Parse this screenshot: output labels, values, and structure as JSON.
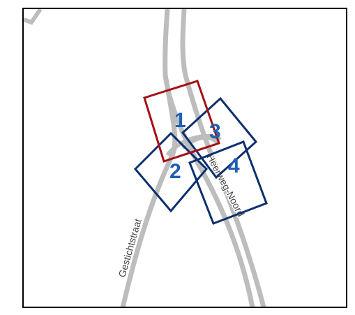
{
  "map": {
    "roads": [
      {
        "id": "gesichtstraat",
        "name": "Gestichtstraat",
        "color": "#bdbdbd"
      },
      {
        "id": "heerweg-noord",
        "name": "Heerweg-Noord",
        "color": "#bdbdbd"
      }
    ],
    "frames": [
      {
        "number": "1",
        "color": "#a50f15",
        "status": "selected"
      },
      {
        "number": "2",
        "color": "#0d2f6e",
        "status": "normal"
      },
      {
        "number": "3",
        "color": "#0d2f6e",
        "status": "normal"
      },
      {
        "number": "4",
        "color": "#0d2f6e",
        "status": "normal"
      }
    ],
    "colors": {
      "number_text": "#1f5fb5",
      "border": "#000000",
      "background": "#ffffff"
    }
  }
}
